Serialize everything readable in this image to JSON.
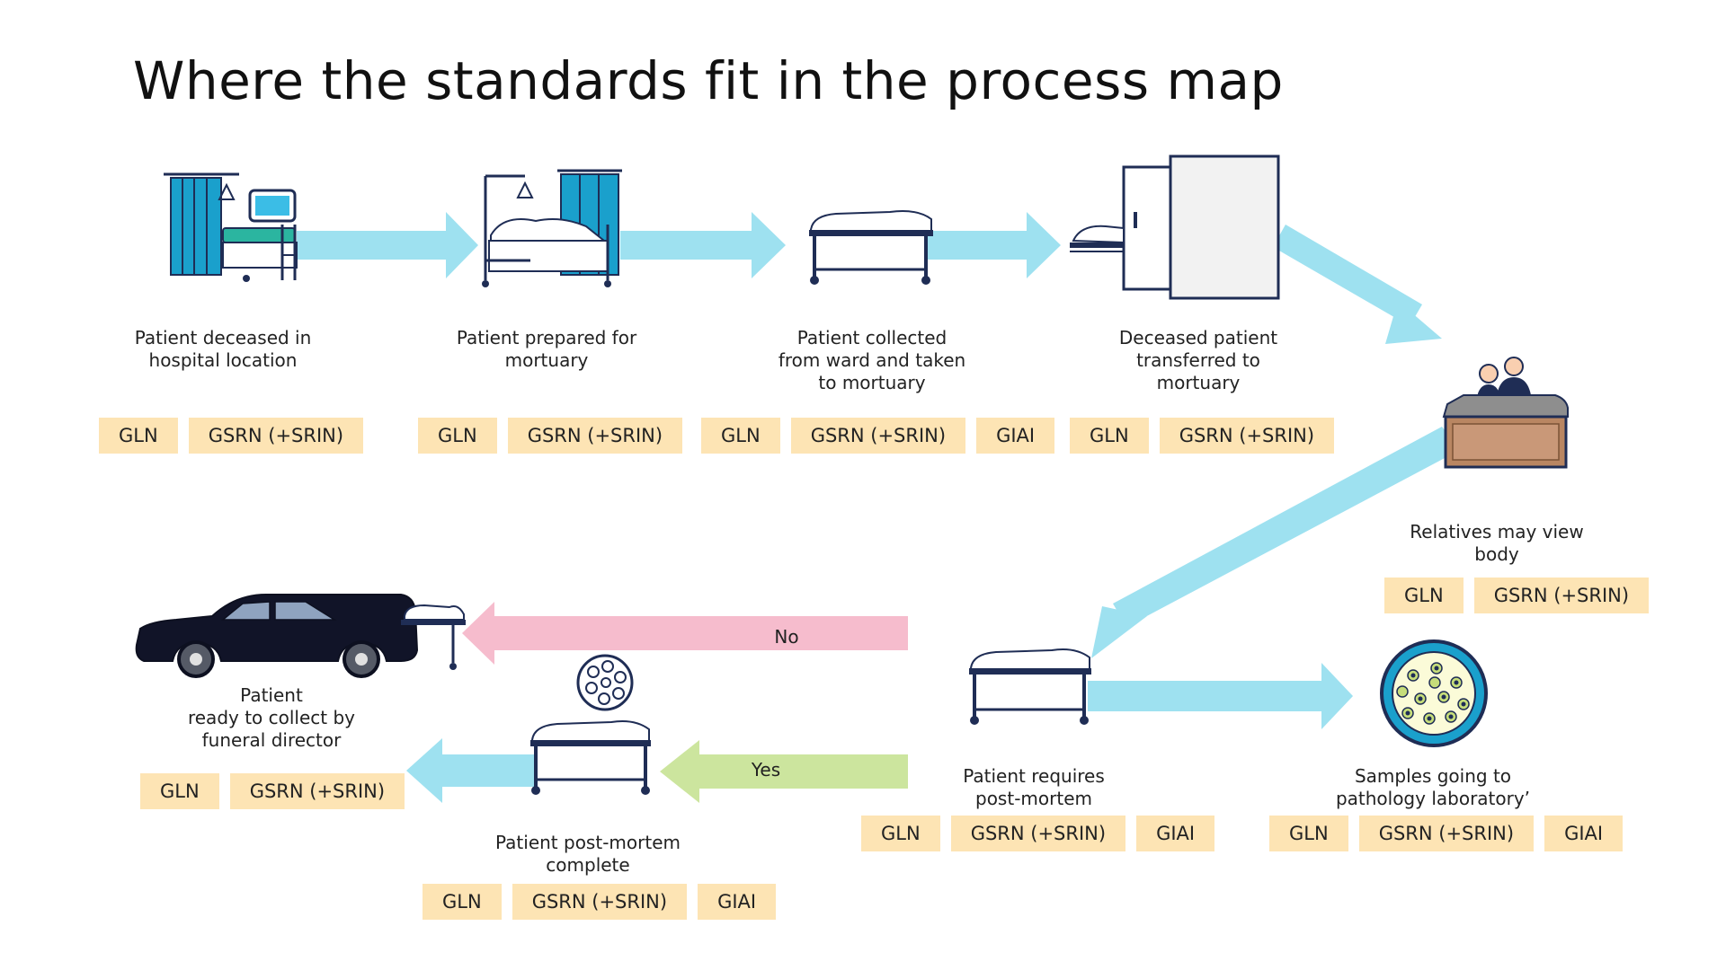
{
  "title": "Where the standards fit in the process map",
  "colors": {
    "flow_arrow": "#9ee1f0",
    "no_arrow": "#f6bccd",
    "yes_arrow": "#cce59e",
    "badge_bg": "#fde4b4",
    "icon_navy": "#1f2d55",
    "curtain_blue": "#1aa0cc"
  },
  "steps": [
    {
      "id": "deceased",
      "label": "Patient deceased in\nhospital location",
      "icon": "hospital-bed-icon",
      "standards": [
        "GLN",
        "GSRN (+SRIN)"
      ]
    },
    {
      "id": "prepared",
      "label": "Patient prepared for\nmortuary",
      "icon": "covered-bed-icon",
      "standards": [
        "GLN",
        "GSRN (+SRIN)"
      ]
    },
    {
      "id": "collected",
      "label": "Patient collected\nfrom ward and taken\nto mortuary",
      "icon": "trolley-icon",
      "standards": [
        "GLN",
        "GSRN (+SRIN)",
        "GIAI"
      ]
    },
    {
      "id": "transferred",
      "label": "Deceased patient\ntransferred to\nmortuary",
      "icon": "mortuary-fridge-icon",
      "standards": [
        "GLN",
        "GSRN (+SRIN)"
      ]
    },
    {
      "id": "relatives",
      "label": "Relatives may view\nbody",
      "icon": "viewing-room-icon",
      "standards": [
        "GLN",
        "GSRN (+SRIN)"
      ]
    },
    {
      "id": "requires_pm",
      "label": "Patient requires\npost-mortem",
      "icon": "trolley-icon",
      "standards": [
        "GLN",
        "GSRN (+SRIN)",
        "GIAI"
      ]
    },
    {
      "id": "samples",
      "label": "Samples going to\npathology laboratory’",
      "icon": "petri-dish-icon",
      "standards": [
        "GLN",
        "GSRN (+SRIN)",
        "GIAI"
      ]
    },
    {
      "id": "pm_complete",
      "label": "Patient post-mortem\ncomplete",
      "icon": "surgical-lamp-trolley-icon",
      "standards": [
        "GLN",
        "GSRN (+SRIN)",
        "GIAI"
      ]
    },
    {
      "id": "ready",
      "label": "Patient\nready to collect by\nfuneral director",
      "icon": "hearse-icon",
      "standards": [
        "GLN",
        "GSRN (+SRIN)"
      ]
    }
  ],
  "decisions": {
    "no": "No",
    "yes": "Yes"
  }
}
